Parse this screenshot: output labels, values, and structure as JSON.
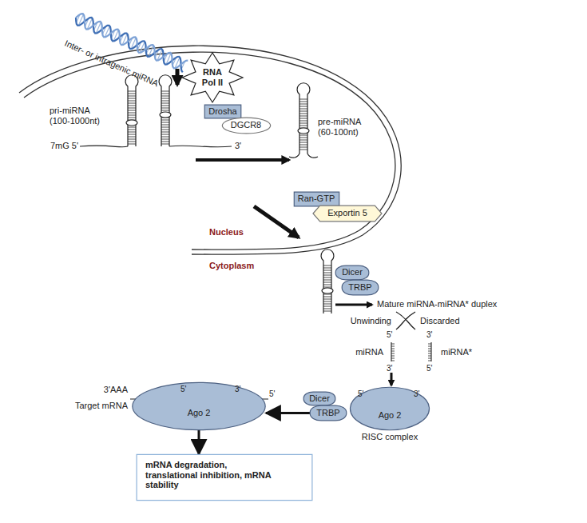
{
  "diagram": {
    "nodes": [
      {
        "text": [
          "RNA Pol II"
        ]
      },
      {
        "text": [
          "Drosha"
        ]
      },
      {
        "text": [
          "DGCR8"
        ]
      },
      {
        "text": [
          "Ran-GTP"
        ]
      },
      {
        "text": [
          "Exportin 5"
        ]
      },
      {
        "text": [
          "Dicer"
        ]
      },
      {
        "text": [
          "TRBP"
        ]
      },
      {
        "text": [
          "Ago 2"
        ]
      },
      {
        "text": [
          "Dicer"
        ]
      },
      {
        "text": [
          "TRBP"
        ]
      },
      {
        "text": [
          "Ago 2",
          "RISC complex"
        ]
      },
      {
        "text": [
          "mRNA degradation, translational inhibition, mRNA stability"
        ]
      }
    ],
    "edges": [
      {
        "from": 9,
        "to": 7,
        "arrow": "to"
      },
      {
        "from": 7,
        "to": 11,
        "arrow": "to"
      }
    ],
    "labels": [
      "Inter- or intragenic miRNA",
      "pri-miRNA (100-1000nt)",
      "7mG 5'",
      "3'",
      "pre-miRNA (60-100nt)",
      "Nucleus",
      "Cytoplasm",
      "Mature miRNA-miRNA* duplex",
      "Unwinding",
      "Discarded",
      "5'",
      "3'",
      "miRNA",
      "3'",
      "5'",
      "miRNA*",
      "5'",
      "3'",
      "3'AAA",
      "Target mRNA",
      "5'",
      "3'",
      "5'"
    ]
  }
}
